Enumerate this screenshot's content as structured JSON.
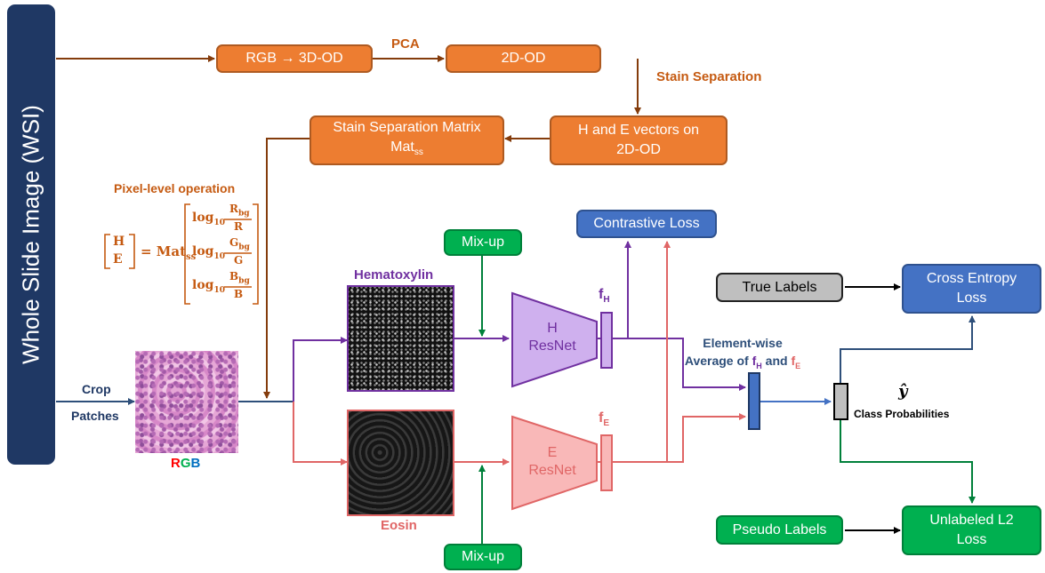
{
  "wsi_label": "Whole Slide Image (WSI)",
  "nodes": {
    "rgb_to_od": "RGB → 3D-OD",
    "od_2d": "2D-OD",
    "he_vectors_line1": "H and E vectors on",
    "he_vectors_line2": "2D-OD",
    "stain_matrix_line1": "Stain Separation Matrix",
    "stain_matrix_line2_main": "Mat",
    "stain_matrix_line2_sub": "ss",
    "contrastive_loss": "Contrastive Loss",
    "mixup_top": "Mix-up",
    "mixup_bottom": "Mix-up",
    "true_labels": "True Labels",
    "cross_entropy_line1": "Cross Entropy",
    "cross_entropy_line2": "Loss",
    "pseudo_labels": "Pseudo Labels",
    "unlabeled_line1": "Unlabeled L2",
    "unlabeled_line2": "Loss",
    "h_resnet_line1": "H",
    "h_resnet_line2": "ResNet",
    "e_resnet_line1": "E",
    "e_resnet_line2": "ResNet"
  },
  "labels": {
    "pca": "PCA",
    "stain_separation": "Stain Separation",
    "pixel_level": "Pixel-level operation",
    "crop": "Crop",
    "patches": "Patches",
    "rgb_r": "R",
    "rgb_g": "G",
    "rgb_b": "B",
    "hematoxylin": "Hematoxylin",
    "eosin": "Eosin",
    "f_h_main": "f",
    "f_h_sub": "H",
    "f_e_main": "f",
    "f_e_sub": "E",
    "element_wise_line1": "Element-wise",
    "element_wise_line2": "Average of",
    "element_wise_f": "f",
    "element_wise_h": "H",
    "element_wise_and": "and",
    "element_wise_e": "E",
    "y_hat": "ŷ",
    "class_probabilities": "Class Probabilities"
  },
  "equation": {
    "h": "H",
    "e": "E",
    "eq": "= Mat",
    "eq_sub": "ss",
    "log": "log",
    "log_sub": "10",
    "r_num": "R",
    "r_num_sub": "bg",
    "r_den": "R",
    "g_num": "G",
    "g_num_sub": "bg",
    "g_den": "G",
    "b_num": "B",
    "b_num_sub": "bg",
    "b_den": "B"
  },
  "colors": {
    "orange": "#ed7d31",
    "brown_arrow": "#843c0c",
    "navy": "#1f3864",
    "blue": "#4472c4",
    "green": "#00b050",
    "purple": "#7030a0",
    "lavender": "#cfb0ee",
    "red": "#e06666",
    "pink": "#f9b8b8",
    "gray": "#bfbfbf"
  }
}
